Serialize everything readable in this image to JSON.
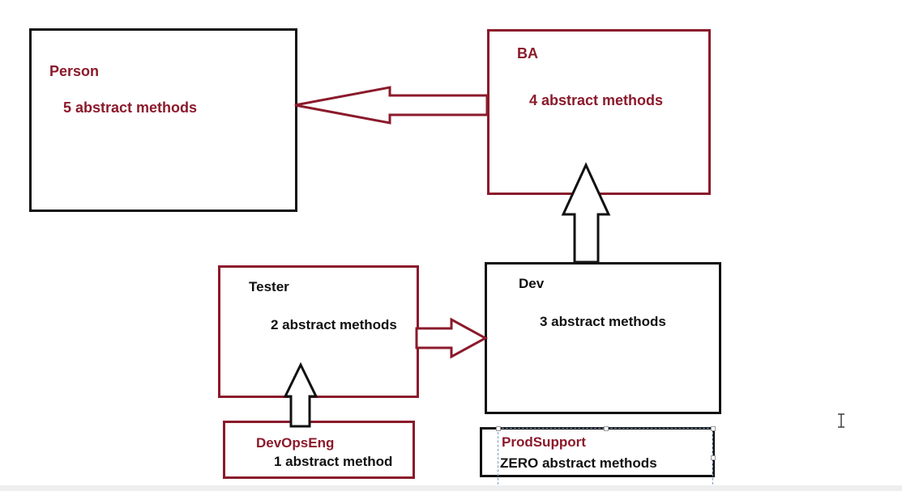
{
  "classes": {
    "person": {
      "name": "Person",
      "methods": "5 abstract methods"
    },
    "ba": {
      "name": "BA",
      "methods": "4 abstract methods"
    },
    "dev": {
      "name": "Dev",
      "methods": "3 abstract methods"
    },
    "tester": {
      "name": "Tester",
      "methods": "2 abstract methods"
    },
    "devopseng": {
      "name": "DevOpsEng",
      "methods": "1 abstract method"
    },
    "prodsupport": {
      "name": "ProdSupport",
      "methods": "ZERO abstract methods"
    }
  },
  "colors": {
    "red": "#8b1a2b",
    "dark": "#111111",
    "selection": "#7a9cc4"
  },
  "cursor_icon": "text-cursor-icon"
}
